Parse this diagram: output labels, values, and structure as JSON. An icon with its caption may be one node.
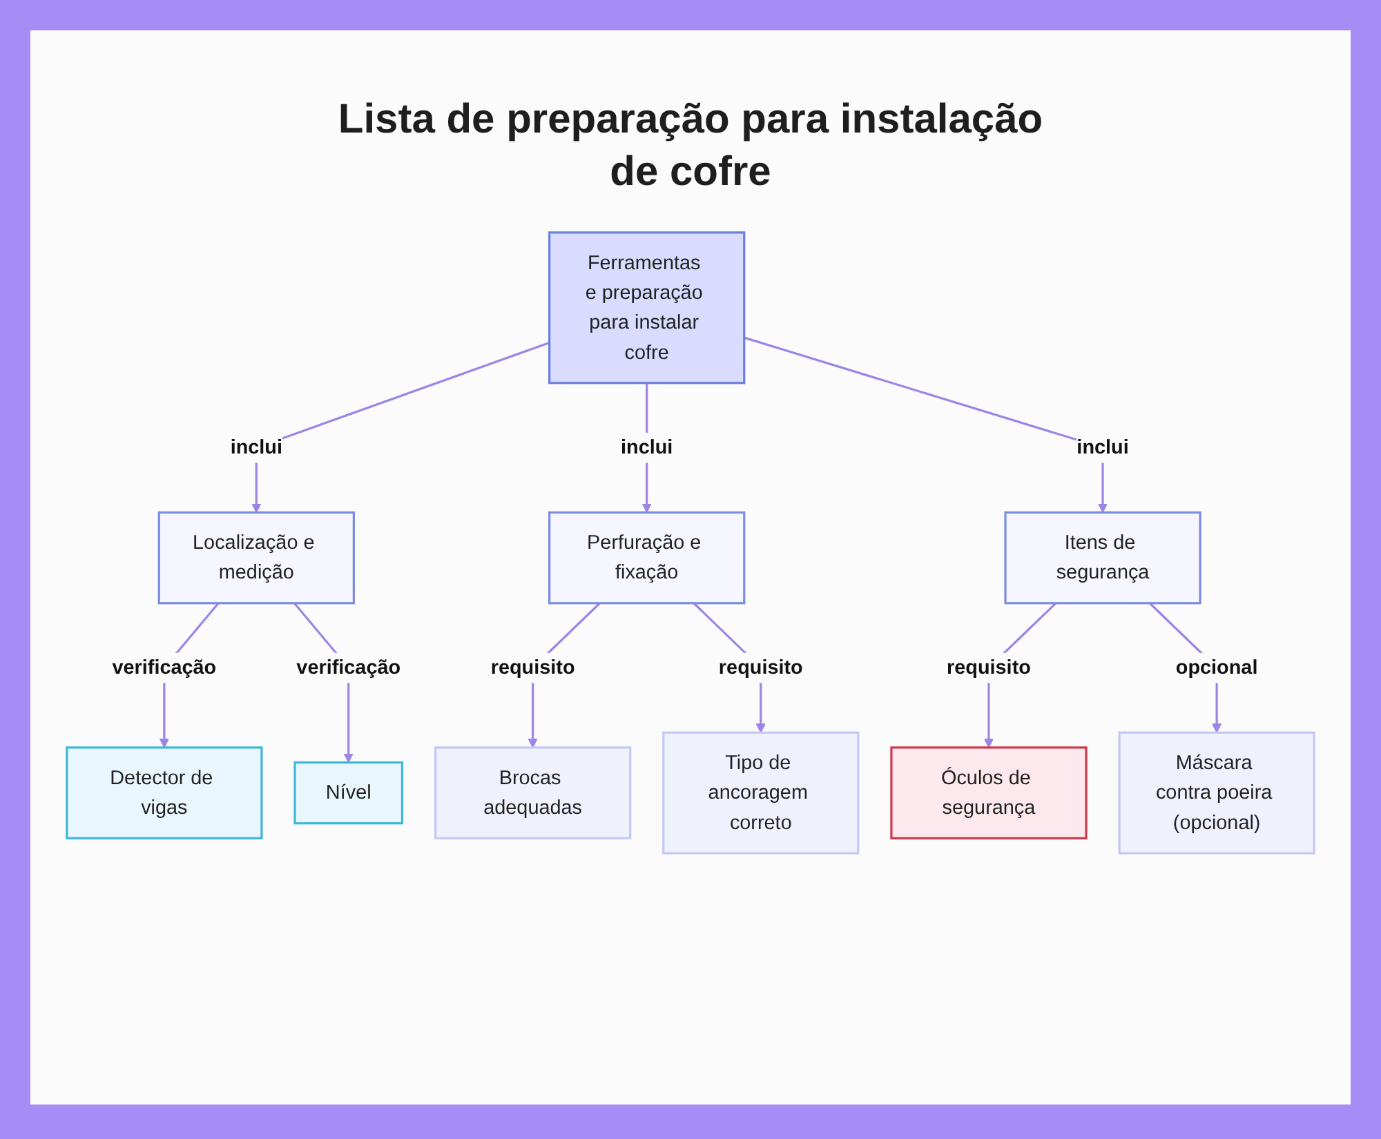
{
  "diagram": {
    "title": "Lista de preparação para instalação de cofre",
    "nodes": [
      {
        "text": [
          "Ferramentas e preparação para instalar cofre"
        ]
      },
      {
        "text": [
          "Localização e medição"
        ]
      },
      {
        "text": [
          "Perfuração e fixação"
        ]
      },
      {
        "text": [
          "Itens de segurança"
        ]
      },
      {
        "text": [
          "Detector de vigas"
        ]
      },
      {
        "text": [
          "Nível"
        ]
      },
      {
        "text": [
          "Brocas adequadas"
        ]
      },
      {
        "text": [
          "Tipo de ancoragem correto"
        ]
      },
      {
        "text": [
          "Óculos de segurança"
        ]
      },
      {
        "text": [
          "Máscara contra poeira (opcional)"
        ]
      }
    ],
    "edges": [
      {
        "from": 0,
        "to": 1,
        "arrow": "to",
        "label": "inclui"
      },
      {
        "from": 0,
        "to": 2,
        "arrow": "to",
        "label": "inclui"
      },
      {
        "from": 0,
        "to": 3,
        "arrow": "to",
        "label": "inclui"
      },
      {
        "from": 1,
        "to": 4,
        "arrow": "to",
        "label": "verificação"
      },
      {
        "from": 1,
        "to": 5,
        "arrow": "to",
        "label": "verificação"
      },
      {
        "from": 2,
        "to": 6,
        "arrow": "to",
        "label": "requisito"
      },
      {
        "from": 2,
        "to": 7,
        "arrow": "to",
        "label": "requisito"
      },
      {
        "from": 3,
        "to": 8,
        "arrow": "to",
        "label": "requisito"
      },
      {
        "from": 3,
        "to": 9,
        "arrow": "to",
        "label": "opcional"
      }
    ]
  }
}
